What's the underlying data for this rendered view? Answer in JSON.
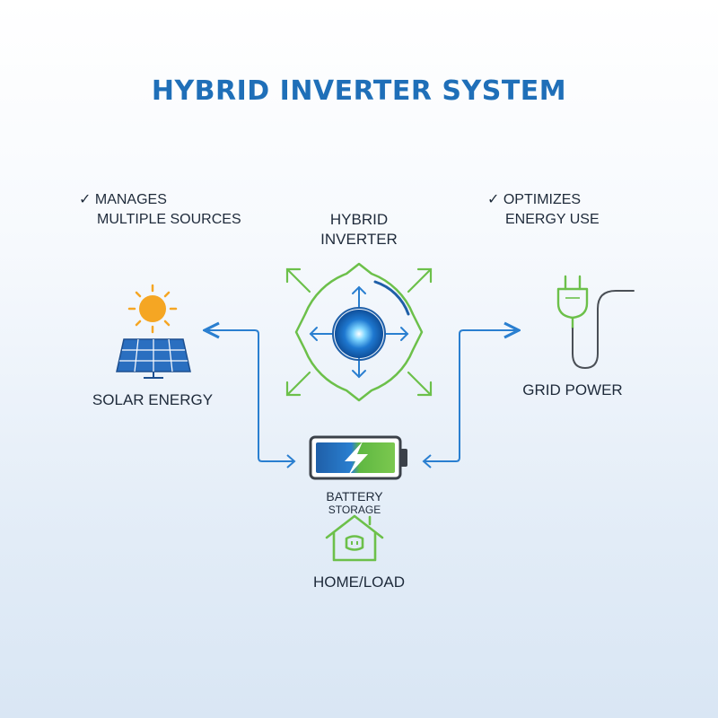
{
  "title": "HYBRID INVERTER SYSTEM",
  "notes": {
    "left": {
      "check": "✓",
      "line1": "MANAGES",
      "line2": "MULTIPLE SOURCES"
    },
    "right": {
      "check": "✓",
      "line1": "OPTIMIZES",
      "line2": "ENERGY USE"
    }
  },
  "nodes": {
    "inverter": {
      "line1": "HYBRID",
      "line2": "INVERTER",
      "icon": "inverter-icon"
    },
    "solar": {
      "label": "SOLAR ENERGY",
      "icon": "sun-icon"
    },
    "grid": {
      "label": "GRID POWER",
      "icon": "plug-icon"
    },
    "battery": {
      "line1": "BATTERY",
      "line2": "STORAGE",
      "icon": "battery-icon"
    },
    "home": {
      "label": "HOME/LOAD",
      "icon": "house-icon"
    }
  },
  "colors": {
    "title": "#1f6fb8",
    "blue": "#2a7fd0",
    "green": "#6cc04a",
    "sun": "#f5a623",
    "text": "#1e2a3a"
  }
}
